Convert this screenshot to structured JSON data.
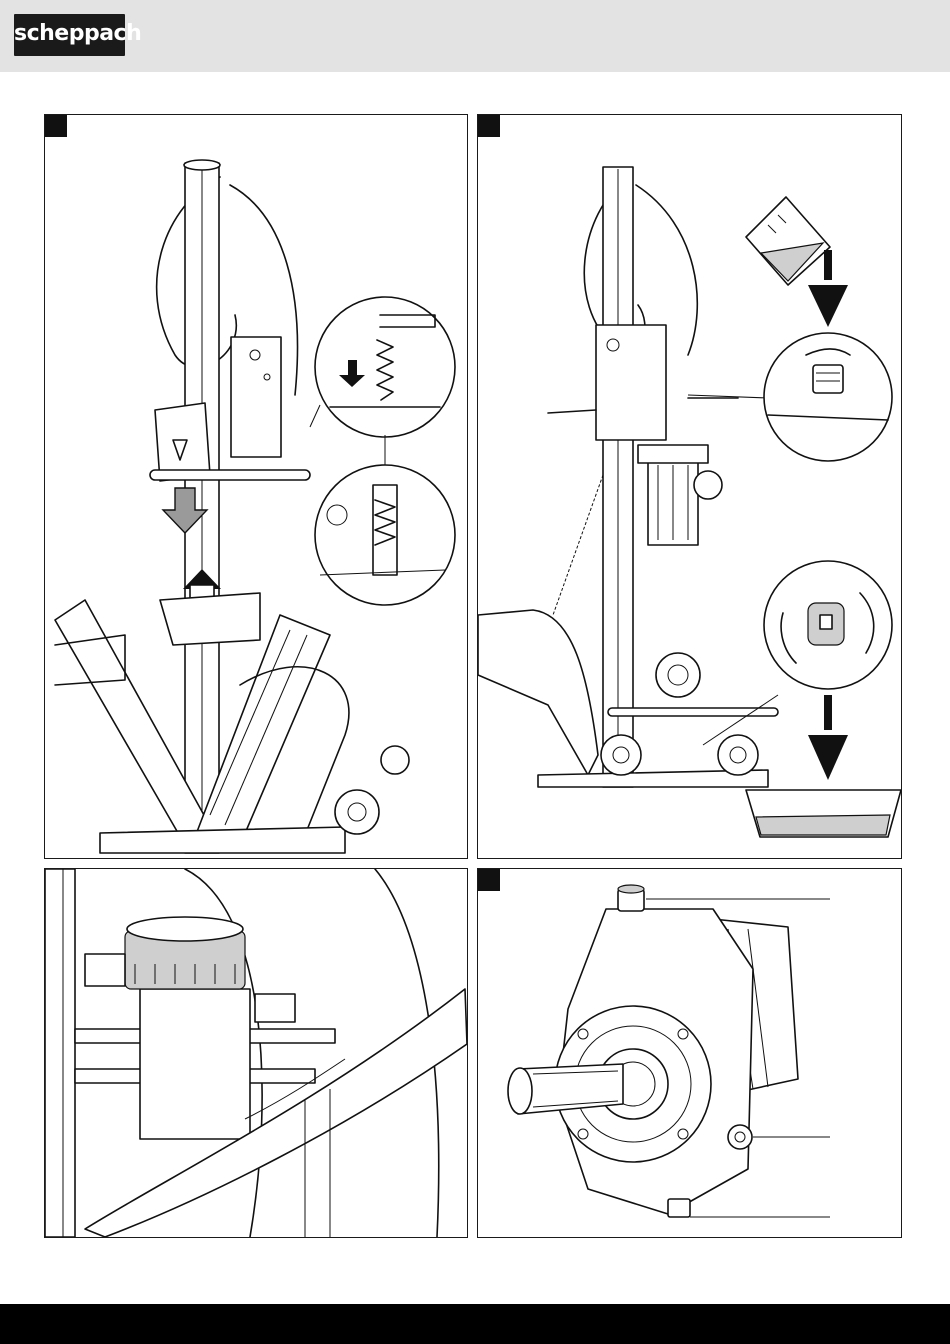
{
  "header": {
    "brand": "scheppach"
  },
  "figures": [
    {
      "id": "fig1",
      "marker": "",
      "subject": "log-splitter-transport-position"
    },
    {
      "id": "fig2",
      "marker": "",
      "subject": "log-splitter-oil-change"
    },
    {
      "id": "fig3",
      "marker": "",
      "subject": "oil-tank-cap-detail"
    },
    {
      "id": "fig4",
      "marker": "",
      "subject": "gearbox-pump-detail"
    }
  ],
  "colors": {
    "header_band": "#e3e3e3",
    "logo_bg": "#1a1a1a",
    "footer_band": "#000000",
    "line": "#111111"
  }
}
